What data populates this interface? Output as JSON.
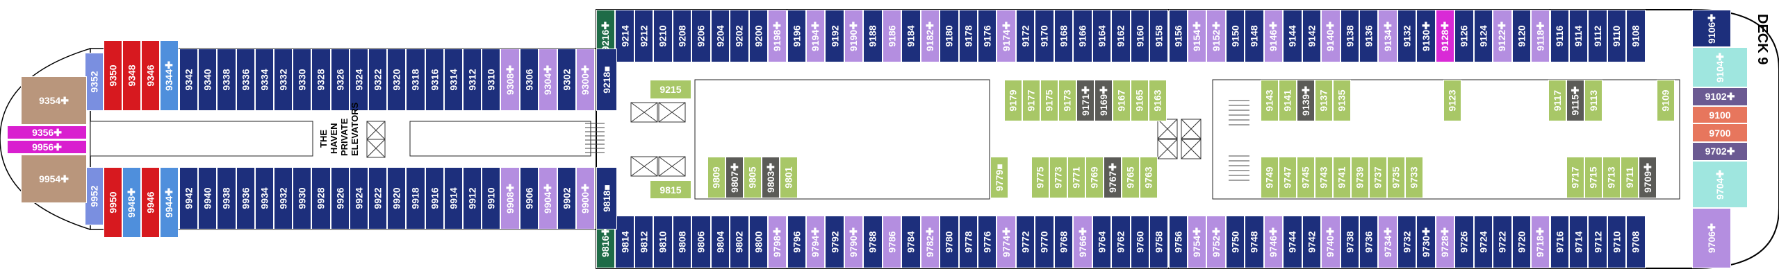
{
  "deck": {
    "title": "DECK 9",
    "haven_label": "THE HAVEN PRIVATE ELEVATORS"
  },
  "legend_colors": {
    "inside_navy": "#1d2f7c",
    "balcony_purple": "#b48ee0",
    "accessible_magenta": "#d92ad6",
    "interior_olive": "#a8c767",
    "dark_olive": "#5b5b57",
    "haven_blue": "#4f8fdc",
    "haven_red": "#d7191f",
    "haven_magenta": "#d91fcf",
    "haven_tan": "#b9967c",
    "forward_teal": "#9fe6df",
    "forward_salmon": "#e7765d",
    "stair_green": "#1e6b47"
  },
  "top_outer": [
    "9216✚",
    "9214",
    "9212",
    "9210",
    "9208",
    "9206",
    "9204",
    "9202",
    "9200",
    "9198✚",
    "9196",
    "9194✚",
    "9192",
    "9190✚",
    "9188",
    "9186",
    "9184",
    "9182✚",
    "9180",
    "9178",
    "9176",
    "9174✚",
    "9172",
    "9170",
    "9168",
    "9166",
    "9164",
    "9162",
    "9160",
    "9158",
    "9156",
    "9154✚",
    "9152✚",
    "9150",
    "9148",
    "9146✚",
    "9144",
    "9142",
    "9140✚",
    "9138",
    "9136",
    "9134✚",
    "9132",
    "9130✚",
    "9128✚",
    "9126",
    "9124",
    "9122✚",
    "9120",
    "9118✚",
    "9116",
    "9114",
    "9112",
    "9110",
    "9108"
  ],
  "top_outer_colors": [
    "green",
    "navy",
    "navy",
    "navy",
    "navy",
    "navy",
    "navy",
    "navy",
    "navy",
    "purple",
    "navy",
    "purple",
    "navy",
    "purple",
    "navy",
    "purple",
    "navy",
    "purple",
    "navy",
    "navy",
    "navy",
    "purple",
    "navy",
    "navy",
    "navy",
    "navy",
    "navy",
    "navy",
    "navy",
    "navy",
    "navy",
    "purple",
    "purple",
    "navy",
    "navy",
    "purple",
    "navy",
    "navy",
    "purple",
    "navy",
    "navy",
    "purple",
    "navy",
    "navy",
    "magenta",
    "navy",
    "navy",
    "purple",
    "navy",
    "purple",
    "navy",
    "navy",
    "navy",
    "navy",
    "navy"
  ],
  "bottom_outer": [
    "9816✚",
    "9814",
    "9812",
    "9810",
    "9808",
    "9806",
    "9804",
    "9802",
    "9800",
    "9798✚",
    "9796",
    "9794✚",
    "9792",
    "9790✚",
    "9788",
    "9786",
    "9784",
    "9782✚",
    "9780",
    "9778",
    "9776",
    "9774✚",
    "9772",
    "9770",
    "9768",
    "9766✚",
    "9764",
    "9762",
    "9760",
    "9758",
    "9756",
    "9754✚",
    "9752✚",
    "9750",
    "9748",
    "9746✚",
    "9744",
    "9742",
    "9740✚",
    "9738",
    "9736",
    "9734✚",
    "9732",
    "9730✚",
    "9728✚",
    "9726",
    "9724",
    "9722",
    "9720",
    "9718✚",
    "9716",
    "9714",
    "9712",
    "9710",
    "9708"
  ],
  "bottom_outer_colors": [
    "green",
    "navy",
    "navy",
    "navy",
    "navy",
    "navy",
    "navy",
    "navy",
    "navy",
    "purple",
    "navy",
    "purple",
    "navy",
    "purple",
    "navy",
    "purple",
    "navy",
    "purple",
    "navy",
    "navy",
    "navy",
    "purple",
    "navy",
    "navy",
    "navy",
    "purple",
    "navy",
    "navy",
    "navy",
    "navy",
    "navy",
    "purple",
    "purple",
    "navy",
    "navy",
    "purple",
    "navy",
    "navy",
    "purple",
    "navy",
    "navy",
    "purple",
    "navy",
    "navy",
    "purple",
    "navy",
    "navy",
    "navy",
    "navy",
    "purple",
    "navy",
    "navy",
    "navy",
    "navy",
    "navy"
  ],
  "aft_top": [
    "9342",
    "9340",
    "9338",
    "9336",
    "9334",
    "9332",
    "9330",
    "9328",
    "9326",
    "9324",
    "9322",
    "9320",
    "9318",
    "9316",
    "9314",
    "9312",
    "9310",
    "9308✚",
    "9306",
    "9304✚",
    "9302",
    "9300✚"
  ],
  "aft_top_colors": [
    "navy",
    "navy",
    "navy",
    "navy",
    "navy",
    "navy",
    "navy",
    "navy",
    "navy",
    "navy",
    "navy",
    "navy",
    "navy",
    "navy",
    "navy",
    "navy",
    "navy",
    "purple",
    "navy",
    "purple",
    "navy",
    "purple"
  ],
  "aft_bottom": [
    "9942",
    "9940",
    "9938",
    "9936",
    "9934",
    "9932",
    "9930",
    "9928",
    "9926",
    "9924",
    "9922",
    "9920",
    "9918",
    "9916",
    "9914",
    "9912",
    "9910",
    "9908✚",
    "9906",
    "9904✚",
    "9902",
    "9900✚"
  ],
  "aft_bottom_colors": [
    "navy",
    "navy",
    "navy",
    "navy",
    "navy",
    "navy",
    "navy",
    "navy",
    "navy",
    "navy",
    "navy",
    "navy",
    "navy",
    "navy",
    "navy",
    "navy",
    "navy",
    "purple",
    "navy",
    "purple",
    "navy",
    "purple"
  ],
  "haven_top": [
    "9352",
    "9350",
    "9348",
    "9346",
    "9344✚"
  ],
  "haven_bottom": [
    "9952",
    "9950",
    "9948✚",
    "9946",
    "9944✚"
  ],
  "haven_side": [
    "9354✚",
    "9356✚",
    "9956✚",
    "9954✚"
  ],
  "near_stair": [
    "9218■",
    "9818■"
  ],
  "inner_top": [
    "9179",
    "9177",
    "9175",
    "9173",
    "9171✚",
    "9169✚",
    "9167",
    "9165",
    "9163",
    "9143",
    "9141",
    "9139✚",
    "9137",
    "9135",
    "9123",
    "9117",
    "9115✚",
    "9113",
    "9109"
  ],
  "inner_bottom": [
    "9809",
    "9807✚",
    "9805",
    "9803✚",
    "9801",
    "9779■",
    "9775",
    "9773",
    "9771",
    "9769",
    "9767✚",
    "9765",
    "9763",
    "9749",
    "9747",
    "9745",
    "9743",
    "9741",
    "9739",
    "9737",
    "9735",
    "9733",
    "9717",
    "9715",
    "9713",
    "9711",
    "9709✚"
  ],
  "inner_misc": [
    "9215",
    "9815"
  ],
  "forward": [
    "9106✚",
    "9104✚",
    "9102✚",
    "9100",
    "9700",
    "9702✚",
    "9704✚",
    "9706✚"
  ]
}
